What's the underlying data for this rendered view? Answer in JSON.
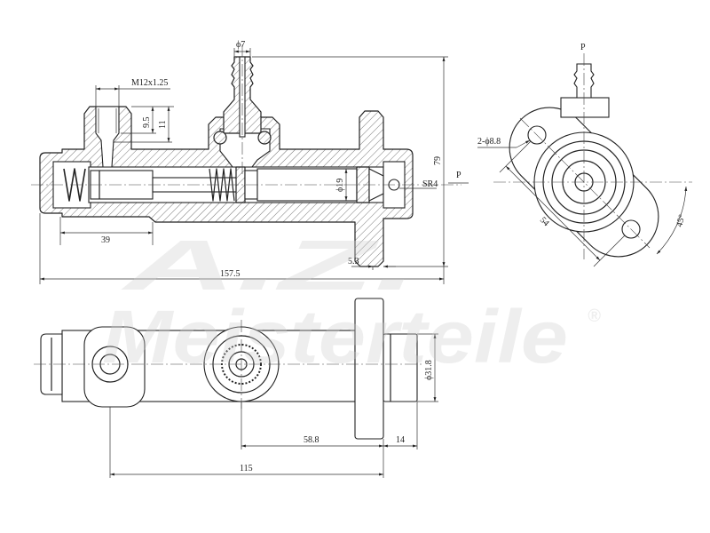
{
  "drawing": {
    "section_view": {
      "nipple_diameter": "ϕ7",
      "thread": "M12x1.25",
      "thread_depth": "9.5",
      "port_depth": "11",
      "overall_height": "79",
      "pressure_port": "P",
      "bore_diameter": "ϕ19",
      "sphere_radius": "SR4",
      "length_39": "39",
      "flange_offset": "5.3",
      "overall_length": "157.5"
    },
    "end_view": {
      "pressure_port": "P",
      "mounting_holes": "2-ϕ8.8",
      "hole_spacing": "54",
      "angle": "45°"
    },
    "plan_view": {
      "spigot_diameter": "ϕ31.8",
      "port_to_flange": "58.8",
      "spigot_length": "14",
      "port_spacing": "115"
    }
  },
  "watermark": {
    "line1": "A.Z.",
    "line2": "Meisterteile",
    "registered": "®"
  },
  "colors": {
    "line": "#222222",
    "watermark": "#cfcfcf"
  }
}
